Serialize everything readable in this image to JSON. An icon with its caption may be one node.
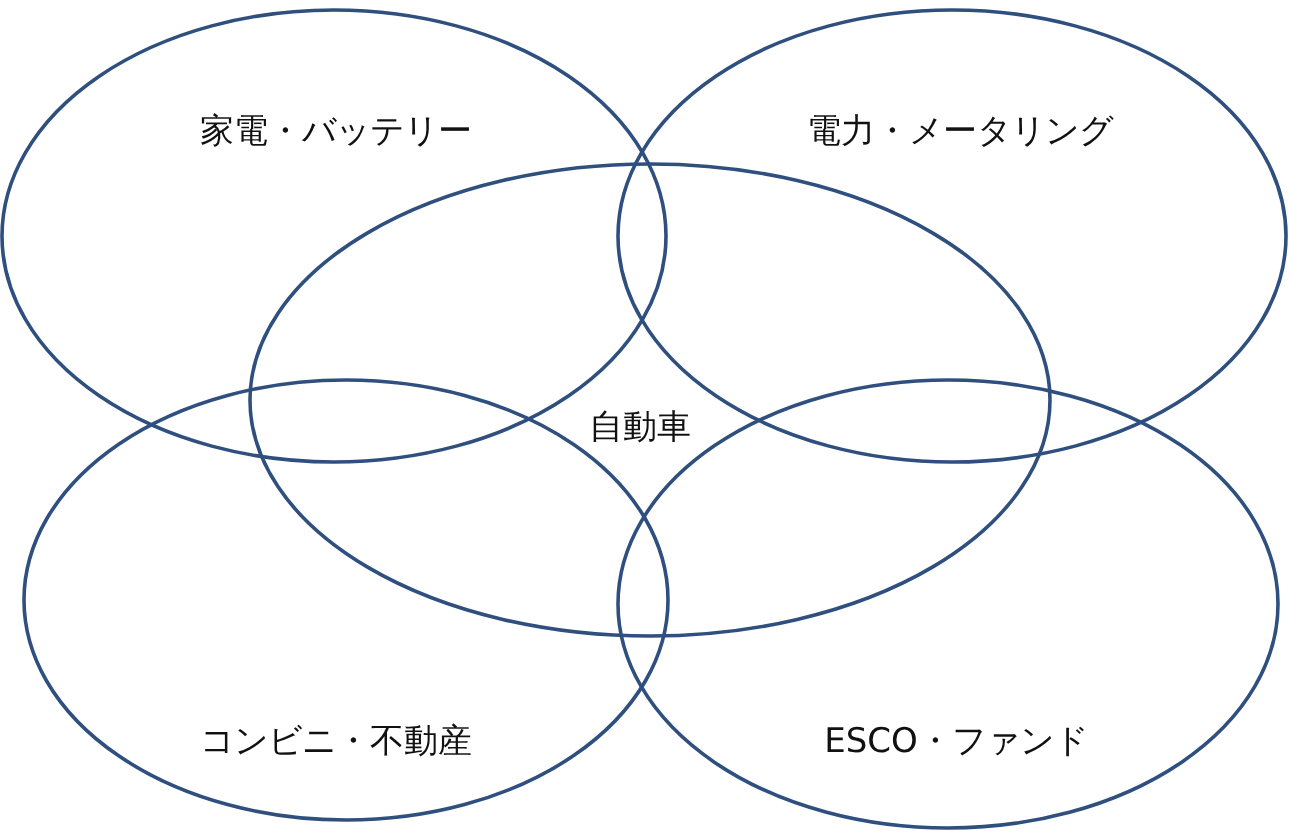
{
  "diagram": {
    "nodes": [
      {
        "text": [
          "家電・バッテリー"
        ]
      },
      {
        "text": [
          "電力・メータリング"
        ]
      },
      {
        "text": [
          "自動車"
        ]
      },
      {
        "text": [
          "コンビニ・不動産"
        ]
      },
      {
        "text": [
          "ESCO・ファンド"
        ]
      }
    ]
  }
}
